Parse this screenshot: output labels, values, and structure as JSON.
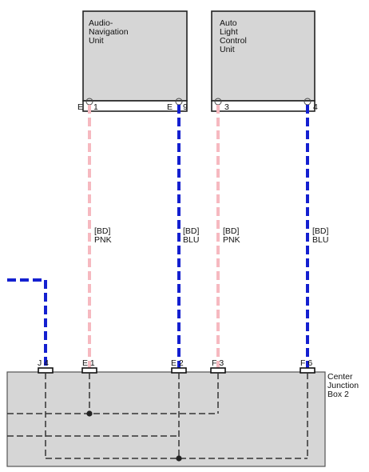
{
  "units": [
    {
      "name_lines": [
        "Audio-",
        "Navigation",
        "Unit"
      ]
    },
    {
      "name_lines": [
        "Auto",
        "Light",
        "Control",
        "Unit"
      ]
    }
  ],
  "pins": {
    "audio_pin1": "E",
    "audio_pin1_num": "1",
    "audio_pin9": "E",
    "audio_pin9_num": "9",
    "alc_pin3": "3",
    "alc_pin4": "4"
  },
  "wires": [
    {
      "lines": [
        "[BD]",
        "PNK"
      ],
      "color": "#f6b9c0"
    },
    {
      "lines": [
        "[BD]",
        "BLU"
      ],
      "color": "#1420d0"
    },
    {
      "lines": [
        "[BD]",
        "PNK"
      ],
      "color": "#f6b9c0"
    },
    {
      "lines": [
        "[BD]",
        "BLU"
      ],
      "color": "#1420d0"
    }
  ],
  "junction_connectors": [
    "J 4",
    "E 1",
    "E 2",
    "F 3",
    "F 6"
  ],
  "junction_box": {
    "name_lines": [
      "Center",
      "Junction",
      "Box 2"
    ]
  },
  "colors": {
    "pink_wire": "#f6b9c0",
    "blue_wire": "#1420d0",
    "box_fill": "#d6d6d6",
    "internal_dash": "#333333"
  }
}
